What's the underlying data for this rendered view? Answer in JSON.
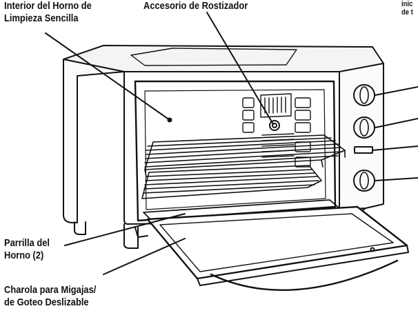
{
  "labels": {
    "interior": {
      "line1": "Interior del Horno de",
      "line2": "Limpieza Sencilla"
    },
    "rotisserie": "Accesorio de Rostizador",
    "cutoff": {
      "line1": "inic",
      "line2": "de t"
    },
    "rack": {
      "line1": "Parrilla del",
      "line2": "Horno (2)"
    },
    "tray": {
      "line1": "Charola para Migajas/",
      "line2": "de Goteo Deslizable"
    }
  }
}
